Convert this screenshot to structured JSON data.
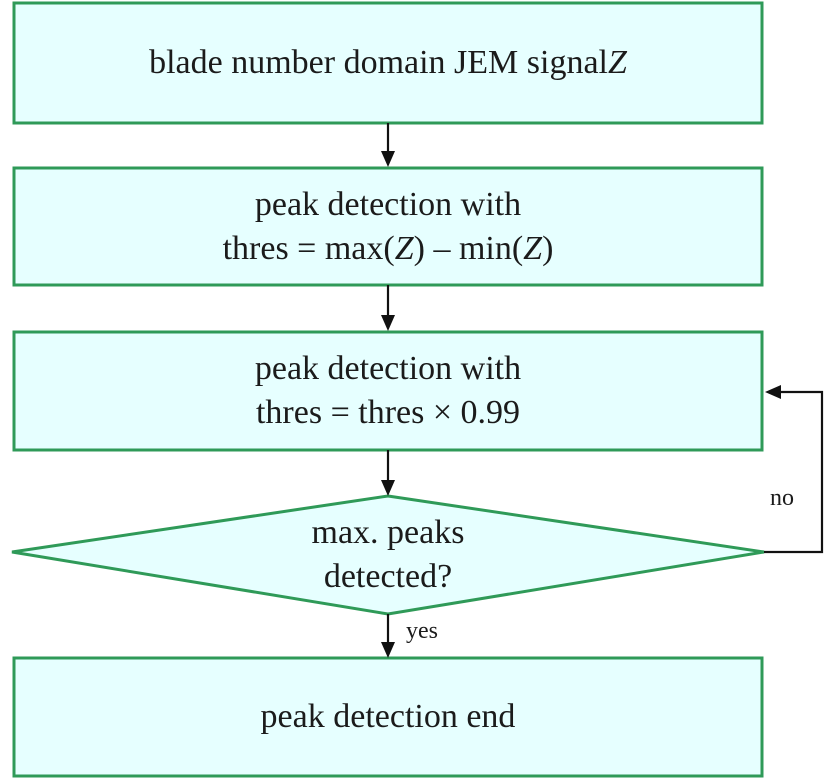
{
  "flowchart": {
    "nodes": {
      "input": {
        "text_main": "blade number domain JEM signal ",
        "text_symbol": "Z"
      },
      "peak_initial": {
        "line1": "peak detection  with",
        "line2_prefix": "thres = max(",
        "line2_symbol_1": "Z",
        "line2_middle": ") – min(",
        "line2_symbol_2": "Z",
        "line2_suffix": ")"
      },
      "peak_loop": {
        "line1": "peak detection  with",
        "line2": "thres = thres × 0.99"
      },
      "decision": {
        "line1": "max. peaks",
        "line2": "detected?"
      },
      "end": {
        "text": "peak detection  end"
      }
    },
    "edges": {
      "decision_no_label": "no",
      "decision_yes_label": "yes"
    },
    "colors": {
      "node_fill": "#e6ffff",
      "node_border": "#2f9a58",
      "line": "#111111",
      "text": "#1b1b1b"
    }
  }
}
